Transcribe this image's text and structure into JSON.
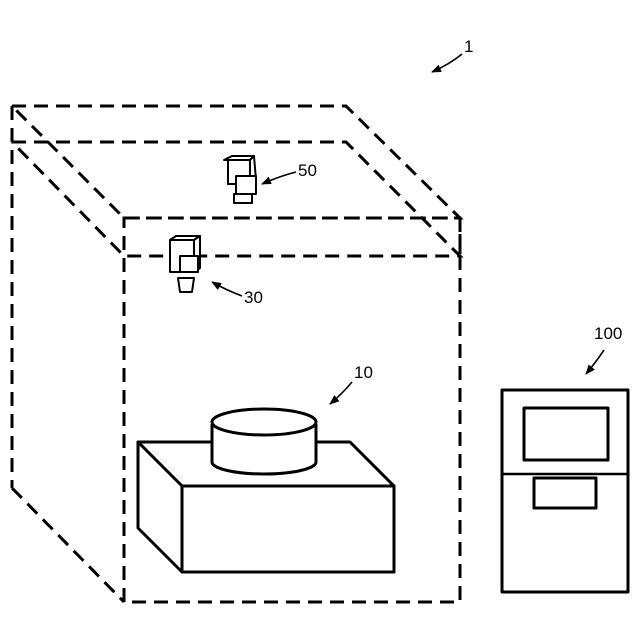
{
  "labels": {
    "system": "1",
    "processing_apparatus": "10",
    "camera_lower": "30",
    "camera_upper": "50",
    "controller": "100"
  }
}
